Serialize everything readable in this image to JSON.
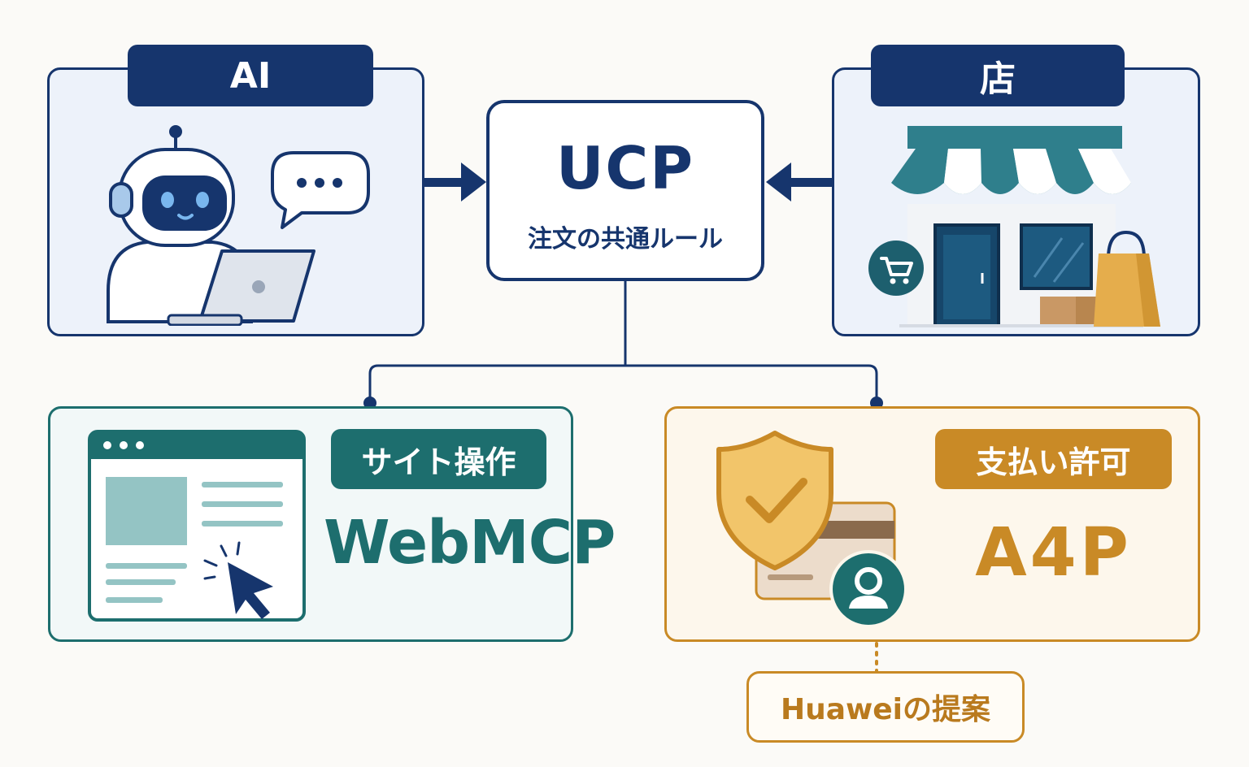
{
  "ai": {
    "label": "AI"
  },
  "store": {
    "label": "店"
  },
  "ucp": {
    "title": "UCP",
    "subtitle": "注文の共通ルール"
  },
  "webmcp": {
    "tag": "サイト操作",
    "name": "WebMCP"
  },
  "a4p": {
    "tag": "支払い許可",
    "name": "A4P"
  },
  "huawei": {
    "note": "Huaweiの提案"
  },
  "colors": {
    "navy": "#16356d",
    "teal": "#1d6e6e",
    "gold": "#c98a26",
    "background": "#fbfaf7"
  },
  "icons": [
    "robot-icon",
    "speech-bubble-icon",
    "laptop-icon",
    "storefront-icon",
    "shopping-cart-icon",
    "shopping-bag-icon",
    "browser-window-icon",
    "cursor-click-icon",
    "shield-check-icon",
    "credit-card-icon",
    "user-avatar-icon"
  ]
}
